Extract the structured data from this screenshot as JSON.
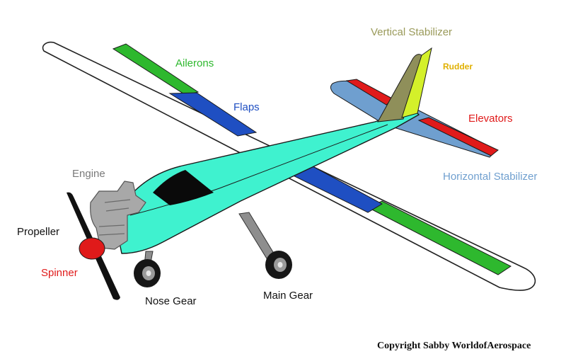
{
  "labels": {
    "ailerons": "Ailerons",
    "flaps": "Flaps",
    "vertical_stabilizer": "Vertical Stabilizer",
    "rudder": "Rudder",
    "elevators": "Elevators",
    "horizontal_stabilizer": "Horizontal Stabilizer",
    "engine": "Engine",
    "propeller": "Propeller",
    "spinner": "Spinner",
    "nose_gear": "Nose Gear",
    "main_gear": "Main Gear"
  },
  "copyright": "Copyright Sabby WorldofAerospace",
  "colors": {
    "ailerons": "#2eb82e",
    "flaps": "#1f4fc2",
    "vertical_stabilizer": "#8f8f5a",
    "rudder": "#d4f02a",
    "elevators": "#e01a1a",
    "horizontal_stabilizer": "#6f9fcf",
    "fuselage": "#3ff2cf",
    "spinner": "#e01a1a",
    "engine": "#a8a8a8",
    "label_engine": "#7a7a7a",
    "label_rudder": "#e0b000",
    "label_vertical_stabilizer": "#9a9a5a",
    "label_horizontal_stabilizer": "#6f9fcf"
  }
}
